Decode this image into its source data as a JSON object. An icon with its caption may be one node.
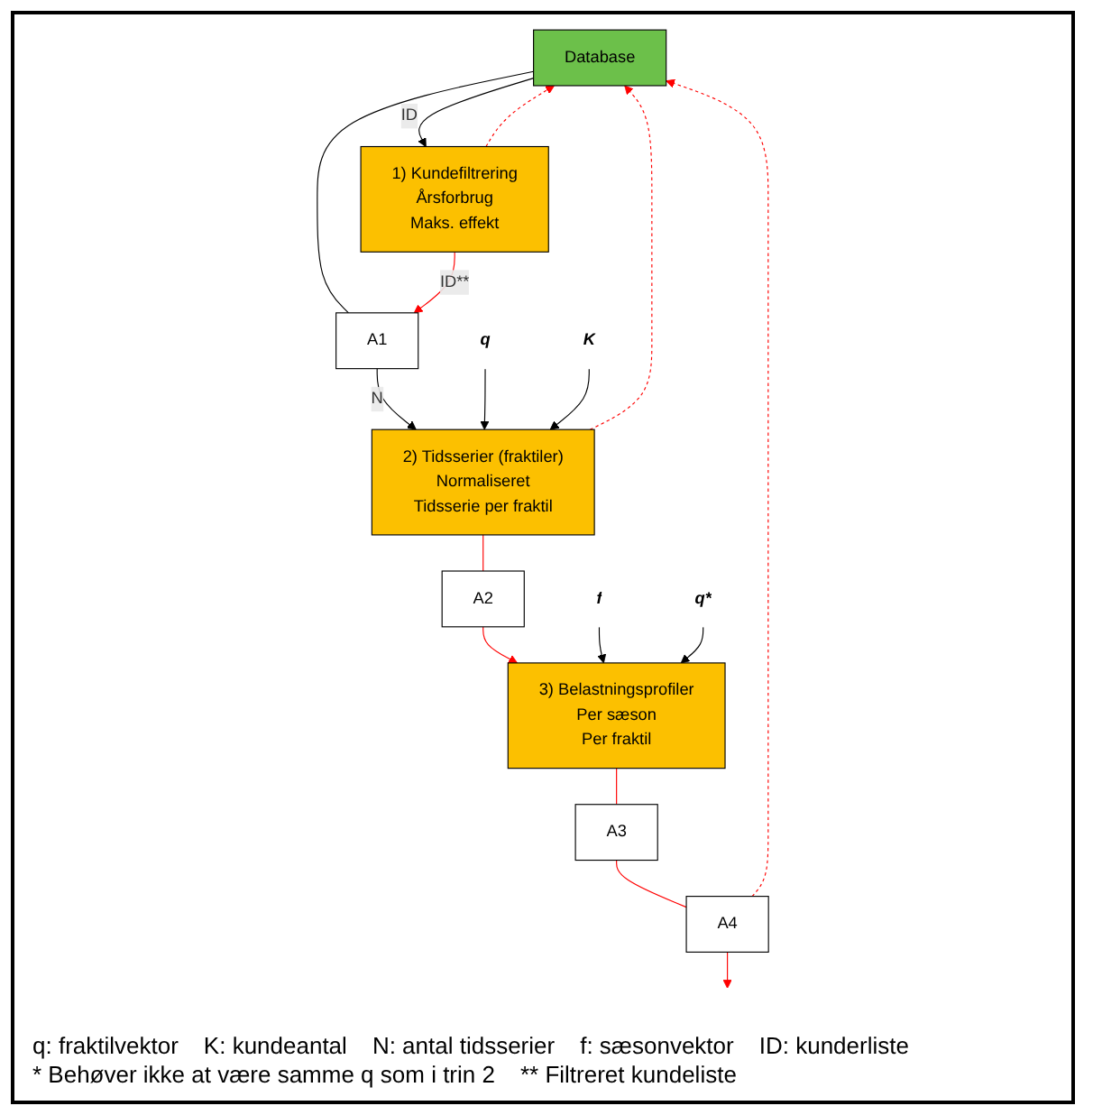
{
  "diagram": {
    "nodes": [
      {
        "text": [
          "Database"
        ]
      },
      {
        "text": [
          "1) Kundefiltrering",
          "Årsforbrug",
          "Maks. effekt"
        ]
      },
      {
        "text": [
          "A1"
        ]
      },
      {
        "text": [
          "q"
        ]
      },
      {
        "text": [
          "K"
        ]
      },
      {
        "text": [
          "2) Tidsserier (fraktiler)",
          "Normaliseret",
          "Tidsserie per fraktil"
        ]
      },
      {
        "text": [
          "f"
        ]
      },
      {
        "text": [
          "q*"
        ]
      },
      {
        "text": [
          "3) Belastningsprofiler",
          "Per sæson",
          "Per fraktil"
        ]
      },
      {
        "text": [
          "A2"
        ]
      },
      {
        "text": [
          "A3"
        ]
      },
      {
        "text": [
          "A4"
        ]
      }
    ],
    "edges": [
      {
        "from": 0,
        "to": 2,
        "arrow": "none",
        "color": "#000000"
      },
      {
        "from": 0,
        "to": 1,
        "arrow": "to",
        "label": "ID",
        "color": "#000000"
      },
      {
        "from": 1,
        "to": 2,
        "arrow": "to",
        "label": "ID**",
        "color": "#ff0000"
      },
      {
        "from": 1,
        "to": 0,
        "arrow": "to",
        "style": "dashed",
        "color": "#ff0000"
      },
      {
        "from": 2,
        "to": 5,
        "arrow": "to",
        "label": "N",
        "color": "#000000"
      },
      {
        "from": 3,
        "to": 5,
        "arrow": "to",
        "color": "#000000"
      },
      {
        "from": 4,
        "to": 5,
        "arrow": "to",
        "color": "#000000"
      },
      {
        "from": 5,
        "to": 9,
        "arrow": "none",
        "color": "#ff0000"
      },
      {
        "from": 5,
        "to": 0,
        "arrow": "to",
        "style": "dashed",
        "color": "#ff0000"
      },
      {
        "from": 9,
        "to": 8,
        "arrow": "to",
        "color": "#ff0000"
      },
      {
        "from": 6,
        "to": 8,
        "arrow": "to",
        "color": "#000000"
      },
      {
        "from": 7,
        "to": 8,
        "arrow": "to",
        "color": "#000000"
      },
      {
        "from": 8,
        "to": 10,
        "arrow": "none",
        "color": "#ff0000"
      },
      {
        "from": 10,
        "to": 11,
        "arrow": "none",
        "color": "#ff0000"
      },
      {
        "from": 11,
        "to": null,
        "arrow": "to",
        "color": "#ff0000"
      },
      {
        "from": 11,
        "to": 0,
        "arrow": "to",
        "style": "dashed",
        "color": "#ff0000"
      }
    ],
    "labels": [
      "q: fraktilvektor",
      "K: kundeantal",
      "N: antal tidsserier",
      "f: sæsonvektor",
      "ID: kunderliste",
      "* Behøver ikke at være samme q som i trin 2",
      "** Filtreret kundeliste"
    ]
  }
}
